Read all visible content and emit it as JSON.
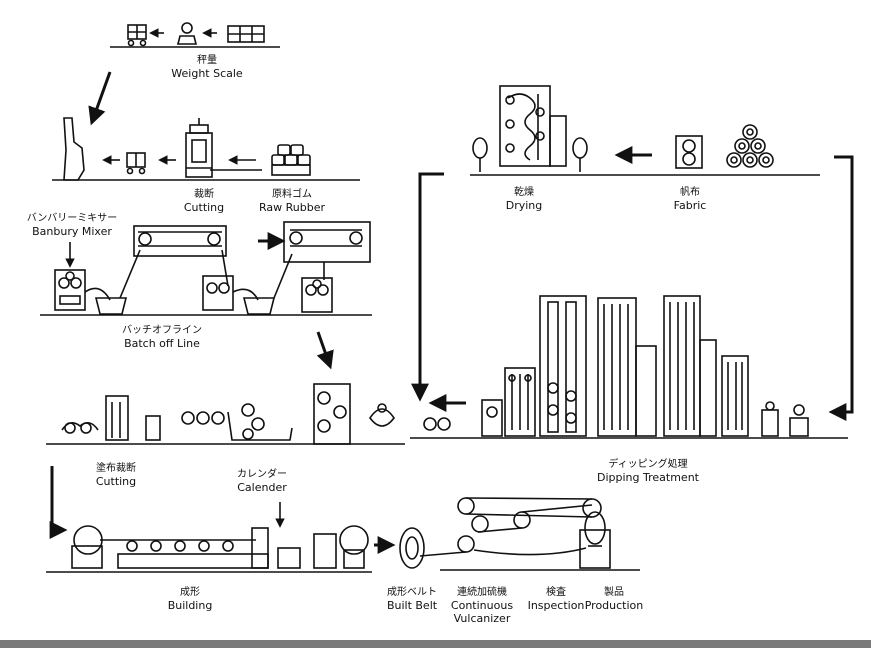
{
  "stations": {
    "weight_scale": {
      "jp": "秤量",
      "en": "Weight Scale"
    },
    "banbury_mixer": {
      "jp": "バンバリーミキサー",
      "en": "Banbury Mixer"
    },
    "cutting_top": {
      "jp": "裁断",
      "en": "Cutting"
    },
    "raw_rubber": {
      "jp": "原料ゴム",
      "en": "Raw Rubber"
    },
    "batch_off": {
      "jp": "バッチオフライン",
      "en": "Batch off Line"
    },
    "drying": {
      "jp": "乾燥",
      "en": "Drying"
    },
    "fabric": {
      "jp": "帆布",
      "en": "Fabric"
    },
    "dipping": {
      "jp": "ディッピング処理",
      "en": "Dipping Treatment"
    },
    "cutting_mid": {
      "jp": "塗布裁断",
      "en": "Cutting"
    },
    "calender": {
      "jp": "カレンダー",
      "en": "Calender"
    },
    "building": {
      "jp": "成形",
      "en": "Building"
    },
    "built_belt": {
      "jp": "成形ベルト",
      "en": "Built Belt"
    },
    "vulcanizer": {
      "jp": "連続加硫機",
      "en": "Continuous",
      "en2": "Vulcanizer"
    },
    "inspection": {
      "jp": "検査",
      "en": "Inspection"
    },
    "production": {
      "jp": "製品",
      "en": "Production"
    }
  }
}
